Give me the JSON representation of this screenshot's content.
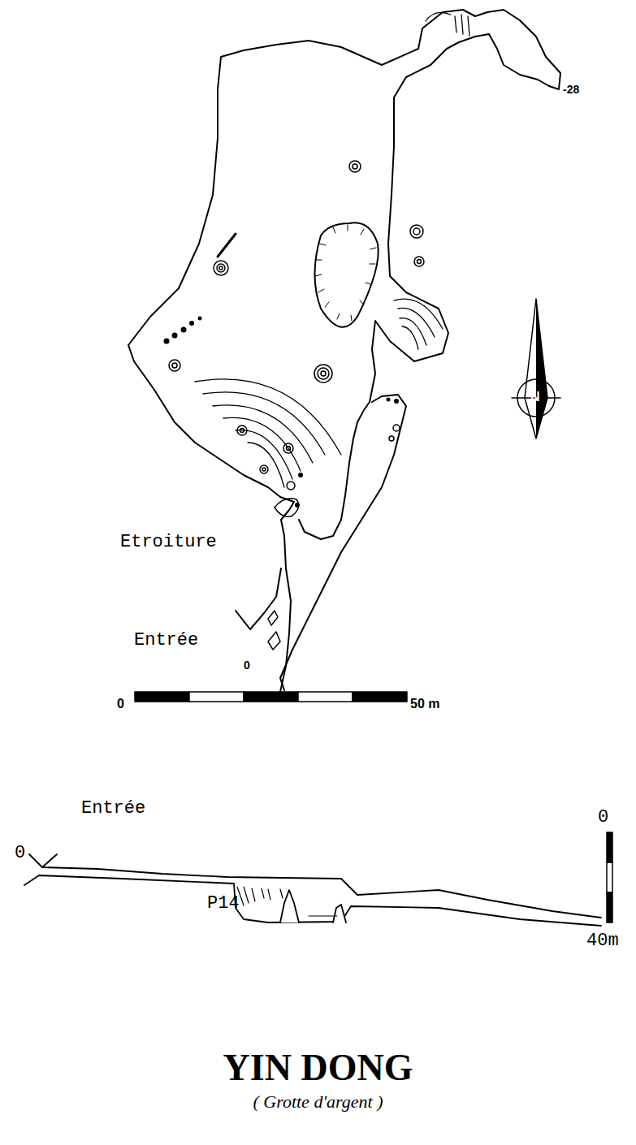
{
  "diagram": {
    "title": "YIN DONG",
    "caption": "( Grotte d'argent )",
    "labels": [
      "Etroiture",
      "Entrée",
      "0",
      "-28",
      "N",
      "0",
      "50 m",
      "Entrée",
      "0",
      "P14",
      "0",
      "40m"
    ]
  }
}
